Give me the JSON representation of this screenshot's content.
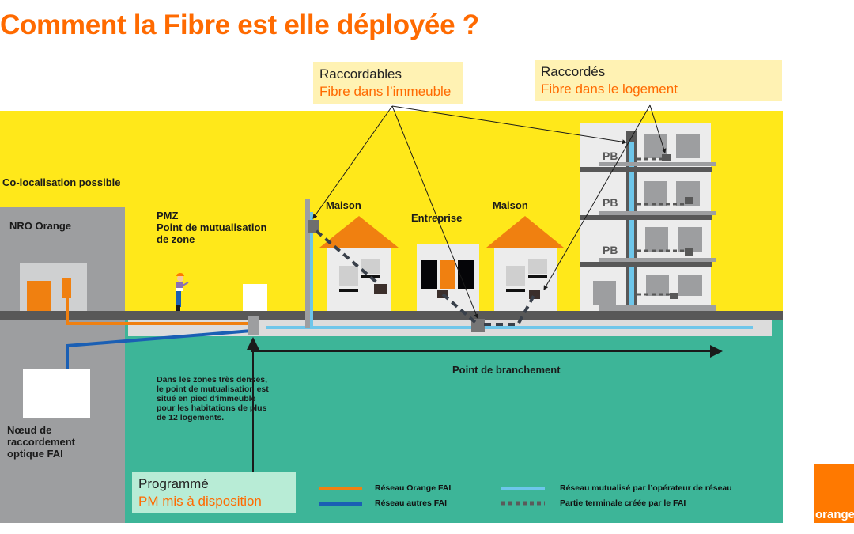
{
  "title": "Comment la Fibre est elle déployée ?",
  "callouts": {
    "raccordables": {
      "line1": "Raccordables",
      "line2": "Fibre dans l’immeuble"
    },
    "raccordes": {
      "line1": "Raccordés",
      "line2": "Fibre dans le logement"
    },
    "programme": {
      "line1": "Programmé",
      "line2": "PM mis à disposition"
    }
  },
  "labels": {
    "colocalisation": "Co-localisation possible",
    "nro": "NRO Orange",
    "pmz_line1": "PMZ",
    "pmz_line2": "Point de mutualisation",
    "pmz_line3": "de zone",
    "maison1": "Maison",
    "entreprise": "Entreprise",
    "maison2": "Maison",
    "pb1": "PB",
    "pb2": "PB",
    "pb3": "PB",
    "point_branchement": "Point de branchement",
    "noeud_line1": "Nœud de",
    "noeud_line2": "raccordement",
    "noeud_line3": "optique FAI",
    "note_line1": "Dans les zones très denses,",
    "note_line2": "le point de mutualisation est",
    "note_line3": "situé en pied d’immeuble",
    "note_line4": "pour les habitations de plus",
    "note_line5": "de 12 logements."
  },
  "legend": [
    {
      "label": "Réseau Orange FAI",
      "color": "#f08010",
      "style": "solid"
    },
    {
      "label": "Réseau autres FAI",
      "color": "#1a5fb4",
      "style": "solid"
    },
    {
      "label": "Réseau mutualisé par l’opérateur de réseau",
      "color": "#6ec6ea",
      "style": "solid"
    },
    {
      "label": "Partie terminale créée par le FAI",
      "color": "#5a5a5a",
      "style": "dashed"
    }
  ],
  "logo": {
    "text": "orange"
  },
  "colors": {
    "brand_orange": "#ff6a00",
    "sky_yellow": "#ffe81a",
    "ground_green": "#3db598",
    "road_gray": "#585858",
    "nro_gray": "#9d9ea0",
    "callout_yellow": "#fff2b3",
    "callout_green": "#b8ecd6"
  }
}
